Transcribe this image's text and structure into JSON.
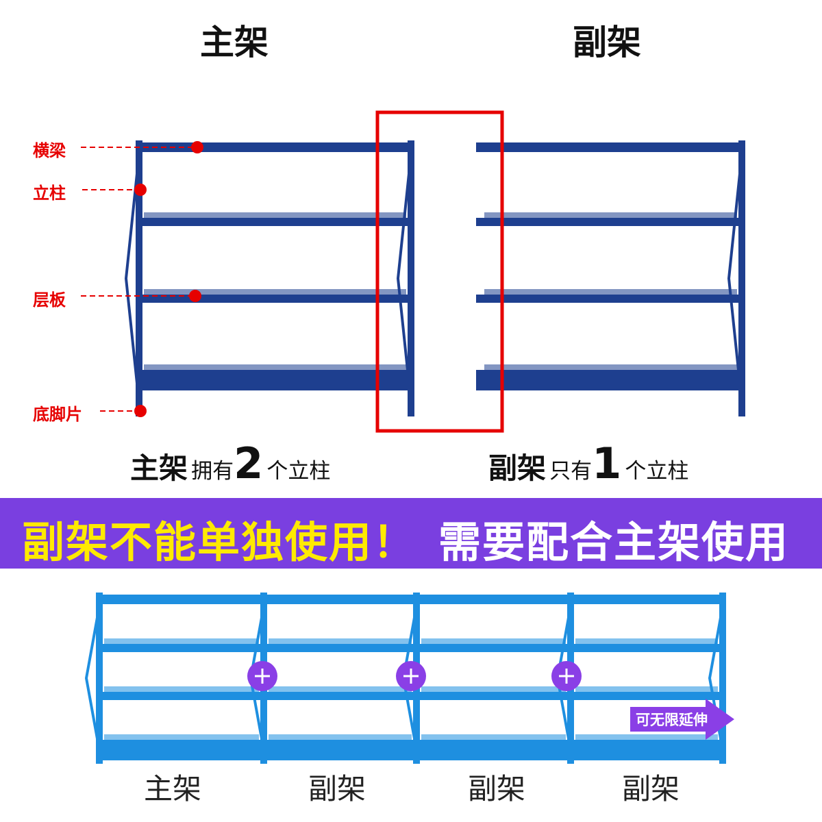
{
  "headers": {
    "main": "主架",
    "sub": "副架"
  },
  "part_labels": [
    "横梁",
    "立柱",
    "层板",
    "底脚片"
  ],
  "captions": {
    "main": {
      "title": "主架",
      "verb": "拥有",
      "count": "2",
      "unit": "个立柱"
    },
    "sub": {
      "title": "副架",
      "verb": "只有",
      "count": "1",
      "unit": "个立柱"
    }
  },
  "banner": {
    "warning": "副架不能单独使用！",
    "note": "需要配合主架使用"
  },
  "bottom_labels": [
    "主架",
    "副架",
    "副架",
    "副架"
  ],
  "extend_label": "可无限延伸",
  "colors": {
    "dark_shelf": "#1e3f8f",
    "light_shelf": "#1e8fe0",
    "accent_red": "#e60000",
    "purple": "#7a3fe0",
    "yellow": "#ffea00"
  }
}
